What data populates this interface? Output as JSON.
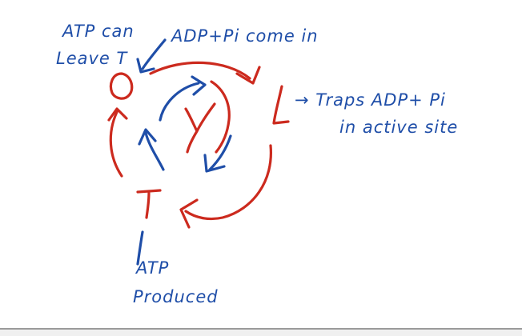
{
  "colors": {
    "blue_ink": "#1f4ea8",
    "red_ink": "#cc2a1e",
    "rule": "#9a9a9a"
  },
  "labels": {
    "atp_can_line1": "ATP can",
    "atp_can_line2": "Leave T",
    "adp_pi_come_in": "ADP+Pi come in",
    "traps_line1": "→ Traps   ADP+ Pi",
    "traps_line2": "in active site",
    "atp_produced_line1": "ATP",
    "atp_produced_line2": "Produced"
  },
  "state_letters": {
    "open": "O",
    "loose": "L",
    "tight": "T"
  }
}
